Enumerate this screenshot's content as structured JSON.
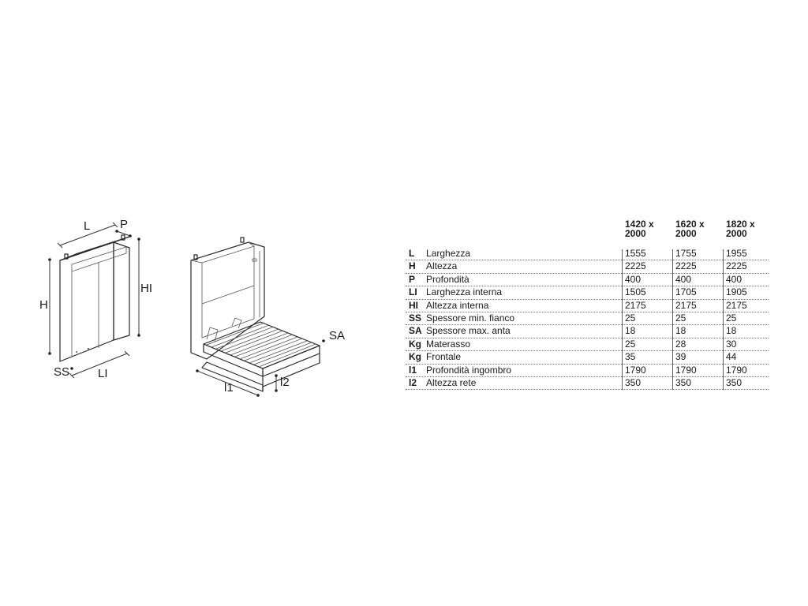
{
  "diagram": {
    "cabinet_labels": {
      "L": "L",
      "P": "P",
      "H": "H",
      "HI": "HI",
      "SS": "SS",
      "LI": "LI"
    },
    "bed_labels": {
      "SA": "SA",
      "l1": "l1",
      "l2": "l2"
    }
  },
  "table": {
    "headers": [
      "1420 x\n2000",
      "1620 x\n2000",
      "1820 x\n2000"
    ],
    "rows": [
      {
        "code": "L",
        "label": "Larghezza",
        "values": [
          "1555",
          "1755",
          "1955"
        ]
      },
      {
        "code": "H",
        "label": "Altezza",
        "values": [
          "2225",
          "2225",
          "2225"
        ]
      },
      {
        "code": "P",
        "label": "Profondità",
        "values": [
          "400",
          "400",
          "400"
        ]
      },
      {
        "code": "LI",
        "label": "Larghezza interna",
        "values": [
          "1505",
          "1705",
          "1905"
        ]
      },
      {
        "code": "HI",
        "label": "Altezza interna",
        "values": [
          "2175",
          "2175",
          "2175"
        ]
      },
      {
        "code": "SS",
        "label": "Spessore min. fianco",
        "values": [
          "25",
          "25",
          "25"
        ]
      },
      {
        "code": "SA",
        "label": "Spessore max. anta",
        "values": [
          "18",
          "18",
          "18"
        ]
      },
      {
        "code": "Kg",
        "label": "Materasso",
        "values": [
          "25",
          "28",
          "30"
        ]
      },
      {
        "code": "Kg",
        "label": "Frontale",
        "values": [
          "35",
          "39",
          "44"
        ]
      },
      {
        "code": "l1",
        "label": "Profondità ingombro",
        "values": [
          "1790",
          "1790",
          "1790"
        ]
      },
      {
        "code": "l2",
        "label": "Altezza rete",
        "values": [
          "350",
          "350",
          "350"
        ]
      }
    ]
  }
}
